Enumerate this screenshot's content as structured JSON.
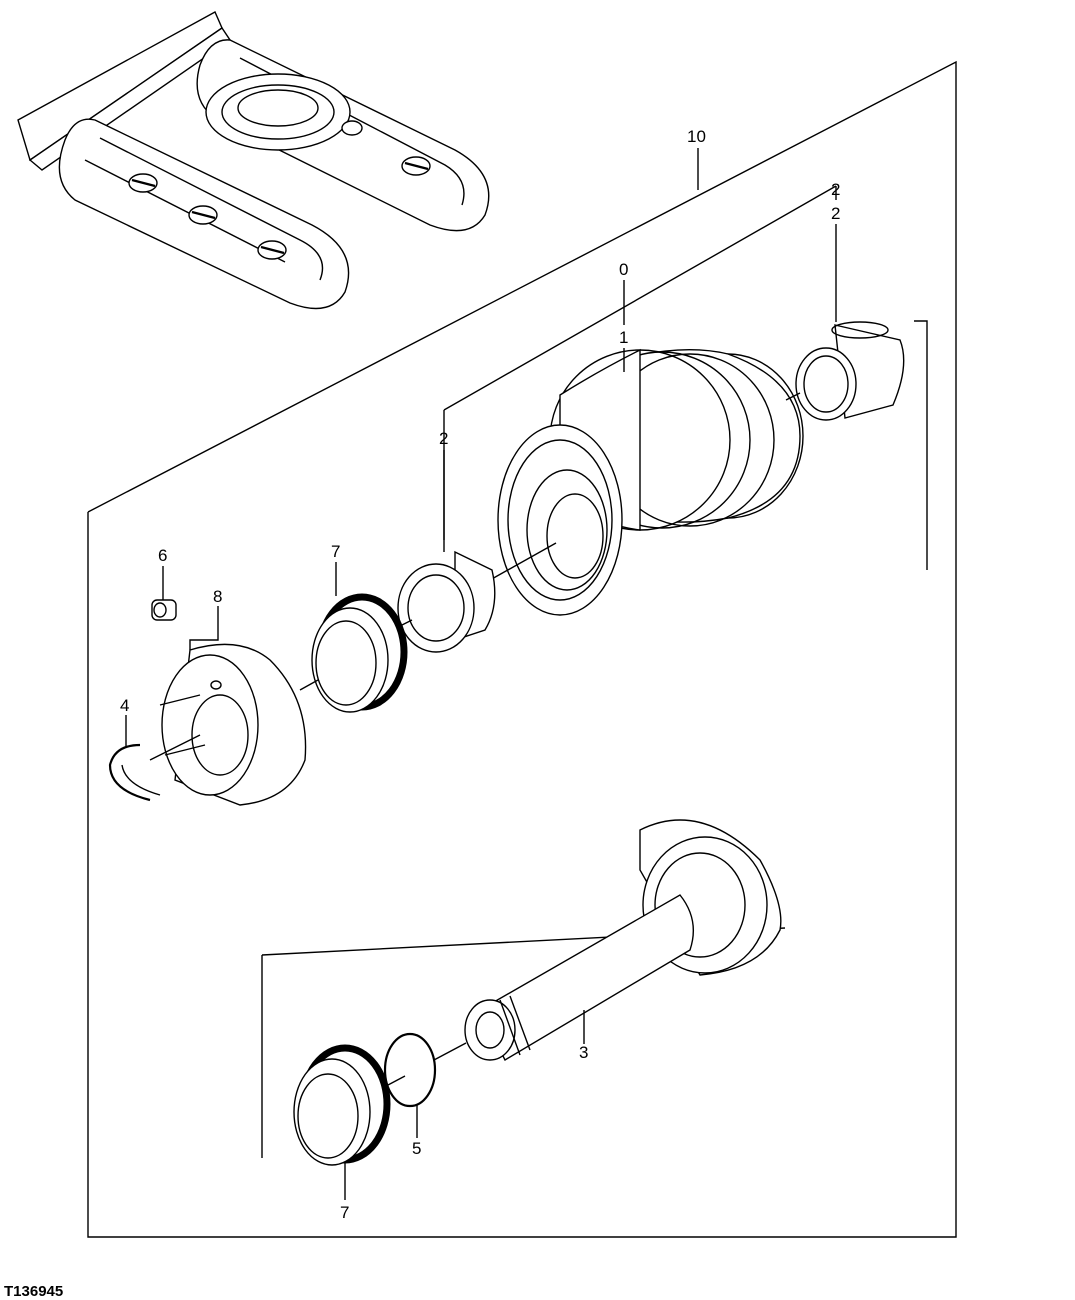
{
  "figure_id": "T136945",
  "callouts": [
    {
      "key": "c10",
      "text": "10"
    },
    {
      "key": "c2_bracket",
      "text": "2"
    },
    {
      "key": "c2_right",
      "text": "2"
    },
    {
      "key": "c0",
      "text": "0"
    },
    {
      "key": "c1",
      "text": "1"
    },
    {
      "key": "c2_left",
      "text": "2"
    },
    {
      "key": "c6",
      "text": "6"
    },
    {
      "key": "c7_top",
      "text": "7"
    },
    {
      "key": "c8",
      "text": "8"
    },
    {
      "key": "c4",
      "text": "4"
    },
    {
      "key": "c3",
      "text": "3"
    },
    {
      "key": "c5",
      "text": "5"
    },
    {
      "key": "c7_bottom",
      "text": "7"
    }
  ]
}
